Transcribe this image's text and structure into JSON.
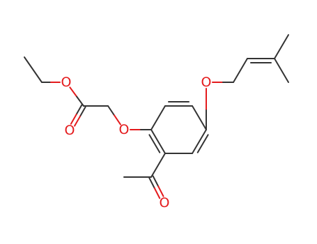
{
  "molecule": {
    "atoms": [
      {
        "id": "O_ester_single",
        "label": "O",
        "color": "#e41a1c"
      },
      {
        "id": "O_ester_carbonyl",
        "label": "O",
        "color": "#e41a1c"
      },
      {
        "id": "O_aryl_ether",
        "label": "O",
        "color": "#e41a1c"
      },
      {
        "id": "O_prenyl_ether",
        "label": "O",
        "color": "#e41a1c"
      },
      {
        "id": "O_acetyl",
        "label": "O",
        "color": "#e41a1c"
      }
    ],
    "bond_color": "#333333",
    "heteroatom_color": "#e41a1c"
  }
}
